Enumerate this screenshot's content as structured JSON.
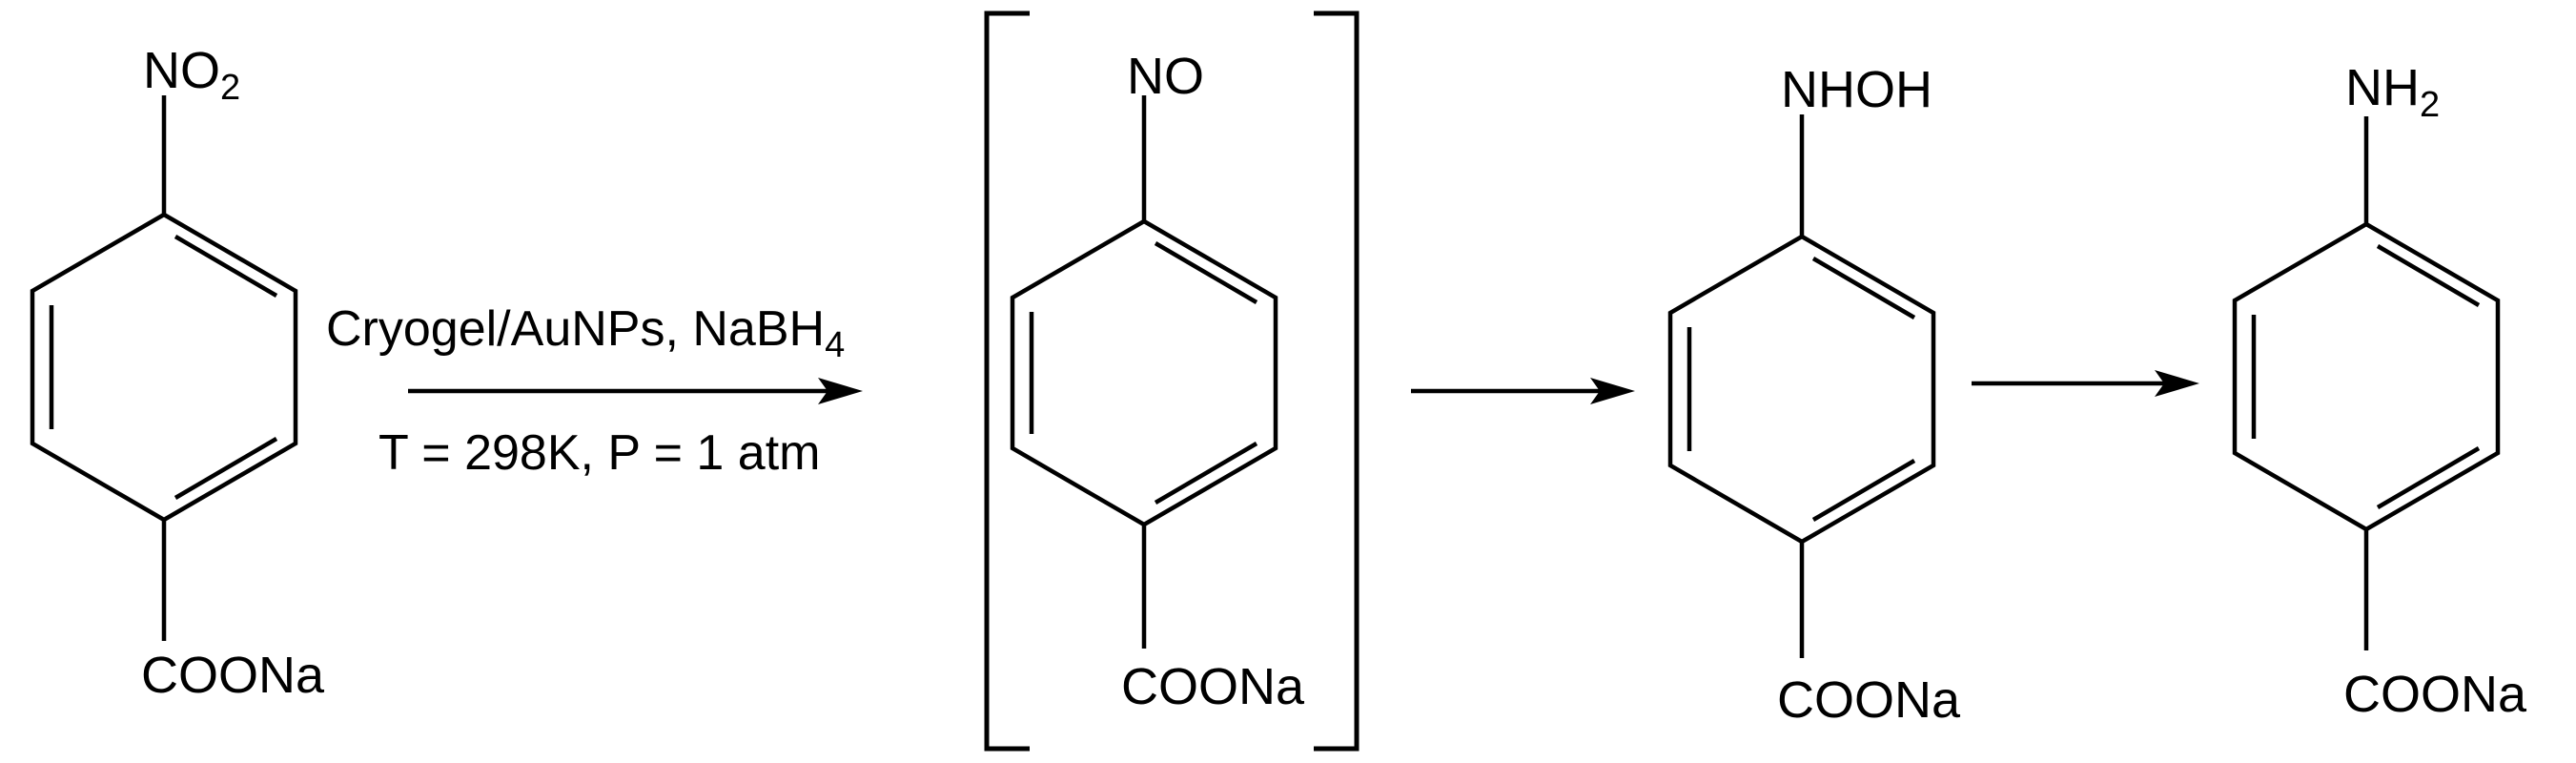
{
  "scheme": {
    "conditions": {
      "catalyst": "Cryogel/AuNPs, NaBH",
      "catalyst_subscript": "4",
      "environment": "T = 298K, P = 1 atm"
    },
    "molecules": [
      {
        "top_label": "NO",
        "top_subscript": "2",
        "bottom_label": "COONa"
      },
      {
        "top_label": "NO",
        "top_subscript": "",
        "bottom_label": "COONa",
        "bracketed": true
      },
      {
        "top_label": "NHOH",
        "top_subscript": "",
        "bottom_label": "COONa"
      },
      {
        "top_label": "NH",
        "top_subscript": "2",
        "bottom_label": "COONa"
      }
    ]
  }
}
